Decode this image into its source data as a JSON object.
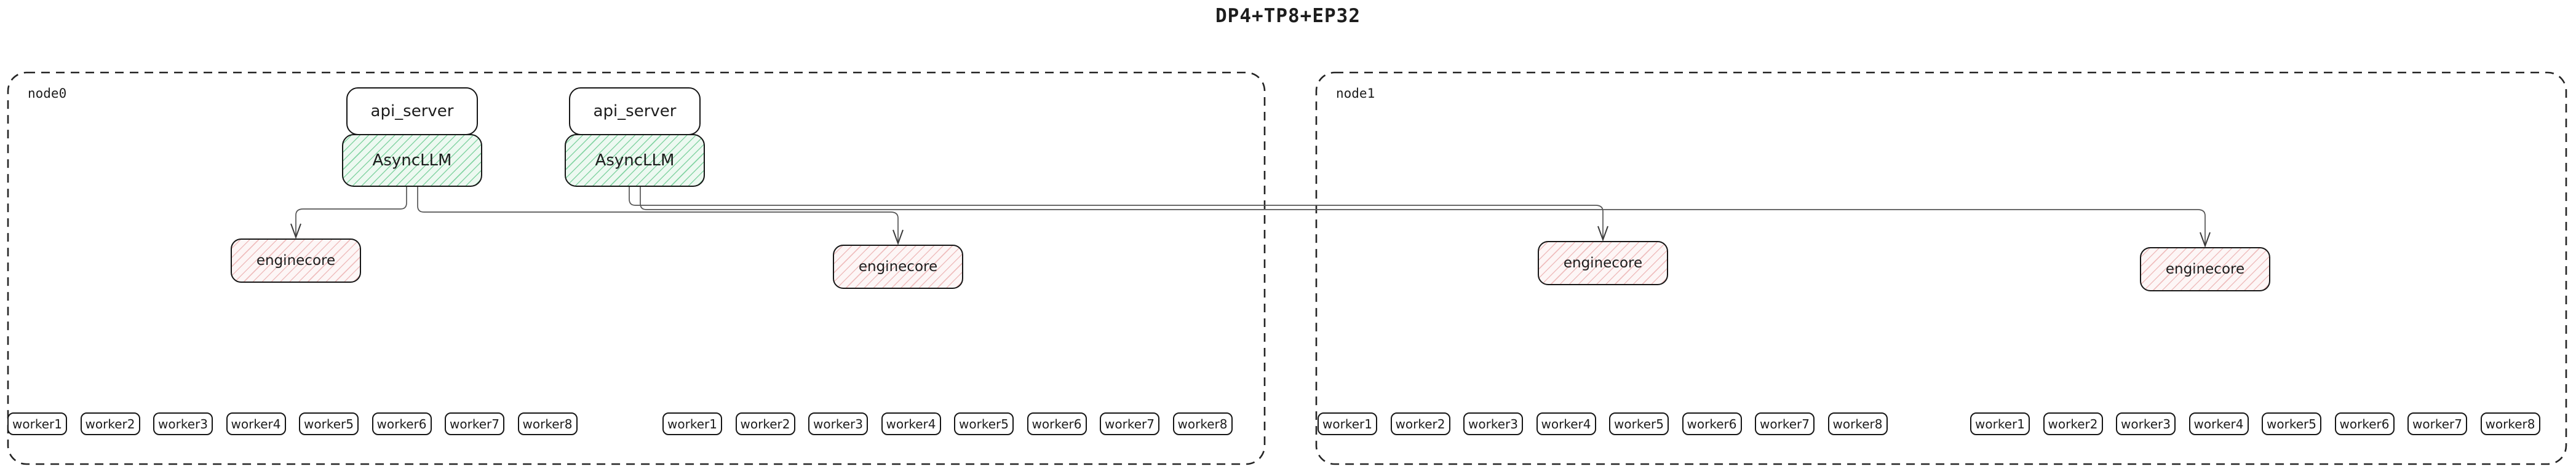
{
  "title": "DP4+TP8+EP32",
  "nodes": [
    {
      "label": "node0"
    },
    {
      "label": "node1"
    }
  ],
  "stack": {
    "api_label": "api_server",
    "llm_label": "AsyncLLM"
  },
  "enginecore_label": "enginecore",
  "workers": [
    "worker1",
    "worker2",
    "worker3",
    "worker4",
    "worker5",
    "worker6",
    "worker7",
    "worker8"
  ],
  "colors": {
    "border": "#161616",
    "node_border": "#242424",
    "edge": "#565656",
    "arrow": "#3a3a3a",
    "asyncllm_bg": "#edf9f1",
    "asyncllm_hatch": "#85d4a4",
    "enginecore_bg": "#fdf6f6",
    "enginecore_hatch": "#efbebe",
    "text": "#1d1d1d"
  }
}
